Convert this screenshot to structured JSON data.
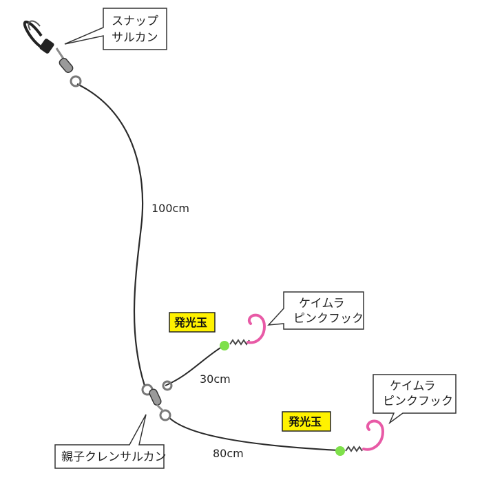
{
  "diagram": {
    "callouts": {
      "snap_swivel": [
        "スナップ",
        "サルカン"
      ],
      "hook_upper": [
        "ケイムラ",
        "ピンクフック"
      ],
      "hook_lower": [
        "ケイムラ",
        "ピンクフック"
      ],
      "triple_swivel": [
        "親子クレンサルカン"
      ]
    },
    "lengths": {
      "main_line": "100cm",
      "upper_branch": "30cm",
      "lower_branch": "80cm"
    },
    "tags": {
      "bead_upper": "発光玉",
      "bead_lower": "発光玉"
    }
  },
  "colors": {
    "line": "#2a2a2a",
    "hook": "#e85aa6",
    "bead": "#7ee04a",
    "tag_fill": "#fff200",
    "metal": "#8a8a8a"
  }
}
